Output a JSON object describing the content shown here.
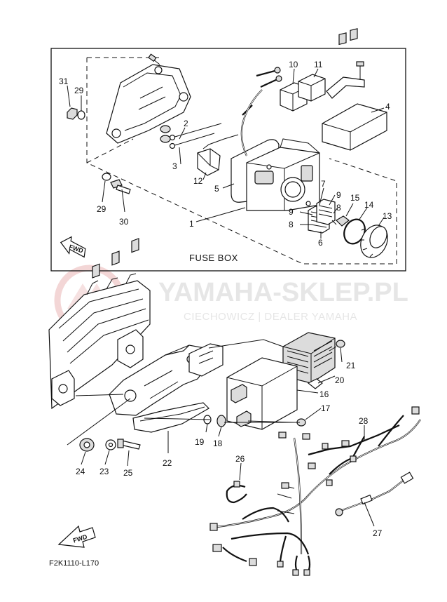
{
  "watermark": {
    "brand_text": "YAMAHA-SKLEP.PL",
    "dealer_text": "CIECHOWICZ | DEALER YAMAHA"
  },
  "fuse_box_inset": {
    "caption": "FUSE BOX",
    "fwd_label": "FWD",
    "callouts": {
      "p1": "1",
      "p2": "2",
      "p3": "3",
      "p4": "4",
      "p5": "5",
      "p6": "6",
      "p7": "7",
      "p8a": "8",
      "p8b": "8",
      "p9a": "9",
      "p9b": "9",
      "p10": "10",
      "p11": "11",
      "p12": "12",
      "p13": "13",
      "p14": "14",
      "p15": "15",
      "p29a": "29",
      "p29b": "29",
      "p30": "30",
      "p31": "31"
    }
  },
  "main_assembly": {
    "fwd_label": "FWD",
    "callouts": {
      "p16": "16",
      "p17": "17",
      "p18": "18",
      "p19": "19",
      "p20": "20",
      "p21": "21",
      "p22": "22",
      "p23": "23",
      "p24": "24",
      "p25": "25",
      "p26": "26",
      "p27": "27",
      "p28": "28"
    }
  },
  "diagram_code": "F2K1110-L170"
}
